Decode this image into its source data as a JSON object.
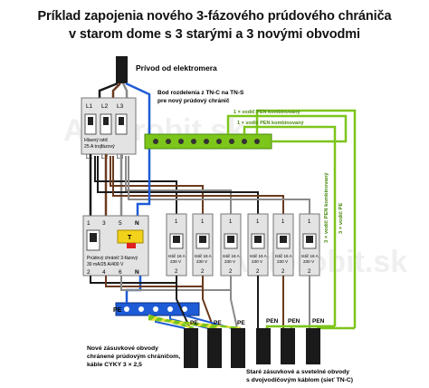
{
  "title": {
    "line1": "Príklad zapojenia nového 3-fázového prúdového chrániča",
    "line2": "v starom dome s 3 starými a 3 novými obvodmi"
  },
  "labels": {
    "supply": "Prívod od elektromera",
    "split_point": [
      "Bod rozdelenia z TN-C na TN-S",
      "pre nový prúdový chránič"
    ],
    "pen_combined": "1 × vodič PEN kombinovaný",
    "three_conductor": "3 × vodič PE",
    "three_pen_combined": "3 × vodič PEN kombinovaný",
    "main_switch": [
      "Hlavný istič",
      "25 A trojfázový"
    ],
    "rcd": [
      "Prúdový chránič 3-fázový",
      "30 mA/25 A/400 V"
    ],
    "rcd_test_btn": "T",
    "breaker_text": [
      "Istič 16 A",
      "230 V"
    ],
    "breaker_terminal_top": "1",
    "breaker_terminal_bottom": "2",
    "main_terminals_top": [
      "L1",
      "L2",
      "L3"
    ],
    "main_terminals_bottom": [
      "L1",
      "L2",
      "L3"
    ],
    "rcd_terminals_top": [
      "1",
      "3",
      "5",
      "N"
    ],
    "rcd_terminals_bottom": [
      "2",
      "4",
      "6",
      "N"
    ],
    "pe_bus": "PE",
    "pe_tags": [
      "PE",
      "PE",
      "PE"
    ],
    "pen_tags": [
      "PEN",
      "PEN",
      "PEN"
    ],
    "new_sockets": [
      "Nové zásuvkové obvody",
      "chránené prúdovým chráničom,",
      "káble CYKY 3 × 2,5"
    ],
    "old_sockets": [
      "Staré zásuvkové a svetelné obvody",
      "s dvojvodičovým káblom (sieť TN-C)"
    ],
    "watermark": "Autorobit.sk"
  },
  "colors": {
    "phase_black": "#1a1a1a",
    "phase_brown": "#6b3a1e",
    "phase_gray": "#8a8a8a",
    "neutral_blue": "#1e5bd6",
    "pe_green": "#7cc51a",
    "pe_stripe": "#e8e23a",
    "device_gray": "#d8d8d8",
    "rcd_yellow": "#f2d21a",
    "rcd_red": "#e02020"
  }
}
